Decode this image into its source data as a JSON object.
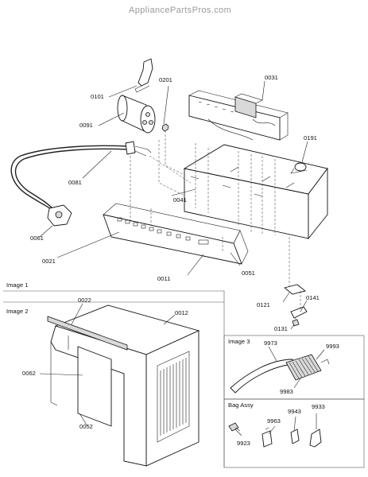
{
  "watermark": "AppliancePartsPros.com",
  "sections": {
    "image1": "Image 1",
    "image2": "Image 2",
    "image3": "Image 3",
    "bag_assy": "Bag Assy"
  },
  "parts": {
    "p0101": "0101",
    "p0201": "0201",
    "p0031": "0031",
    "p0091": "0091",
    "p0191": "0191",
    "p0081": "0081",
    "p0041": "0041",
    "p0061": "0061",
    "p0021": "0021",
    "p0011": "0011",
    "p0051": "0051",
    "p0121": "0121",
    "p0141": "0141",
    "p0131": "0131",
    "p0022": "0022",
    "p0012": "0012",
    "p0062": "0062",
    "p0052": "0052",
    "p9973": "9973",
    "p9993": "9993",
    "p9983": "9983",
    "p9963": "9963",
    "p9943": "9943",
    "p9933": "9933",
    "p9923": "9923"
  }
}
